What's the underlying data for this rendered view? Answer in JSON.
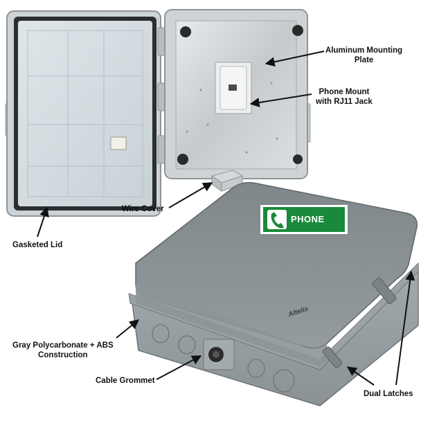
{
  "callouts": {
    "aluminum_plate": {
      "line1": "Aluminum Mounting",
      "line2": "Plate"
    },
    "phone_mount": {
      "line1": "Phone Mount",
      "line2": "with RJ11 Jack"
    },
    "wire_cover": "Wire Cover",
    "gasketed_lid": "Gasketed Lid",
    "construction": {
      "line1": "Gray Polycarbonate + ABS",
      "line2": "Construction"
    },
    "cable_grommet": "Cable Grommet",
    "dual_latches": "Dual Latches"
  },
  "sign": {
    "text": "PHONE",
    "color": "#1a8a3a"
  },
  "brand": {
    "logo": "Altelix"
  },
  "colors": {
    "enclosure_gray": "#8f979b",
    "plate_silver": "#c9ced1",
    "lid_frame": "#d7dadb"
  }
}
